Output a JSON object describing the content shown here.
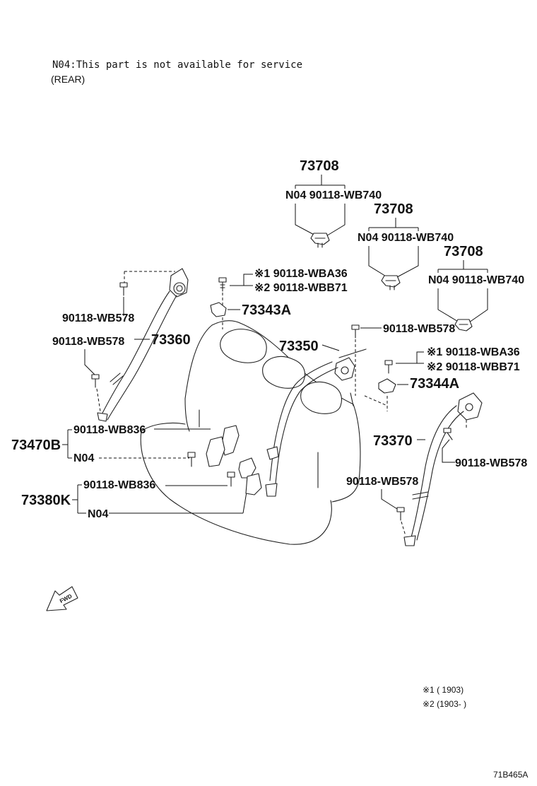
{
  "notes": {
    "availability": "N04:This part is not available for service",
    "position": "(REAR)"
  },
  "labels": {
    "anchor_top_1": "73708",
    "bolt_top_1": "N04 90118-WB740",
    "anchor_top_2": "73708",
    "bolt_top_2": "N04 90118-WB740",
    "anchor_top_3": "73708",
    "bolt_top_3": "N04 90118-WB740",
    "bolt_var1_a": "※1 90118-WBA36",
    "bolt_var2_a": "※2 90118-WBB71",
    "guide_a": "73343A",
    "bolt_left_upper": "90118-WB578",
    "bolt_left_lower": "90118-WB578",
    "belt_left": "73360",
    "belt_center": "73350",
    "bolt_center": "90118-WB578",
    "bolt_var1_b": "※1 90118-WBA36",
    "bolt_var2_b": "※2 90118-WBB71",
    "guide_b": "73344A",
    "buckle_1": "73470B",
    "buckle_1_bolt": "90118-WB836",
    "buckle_1_n04": "N04",
    "buckle_2": "73380K",
    "buckle_2_bolt": "90118-WB836",
    "buckle_2_n04": "N04",
    "belt_right": "73370",
    "bolt_right_upper": "90118-WB578",
    "bolt_right_lower": "90118-WB578",
    "fwd_arrow": "FWD"
  },
  "legend": {
    "var1": "※1 (        1903)",
    "var2": "※2 (1903-       )"
  },
  "figure_code": "71B465A"
}
